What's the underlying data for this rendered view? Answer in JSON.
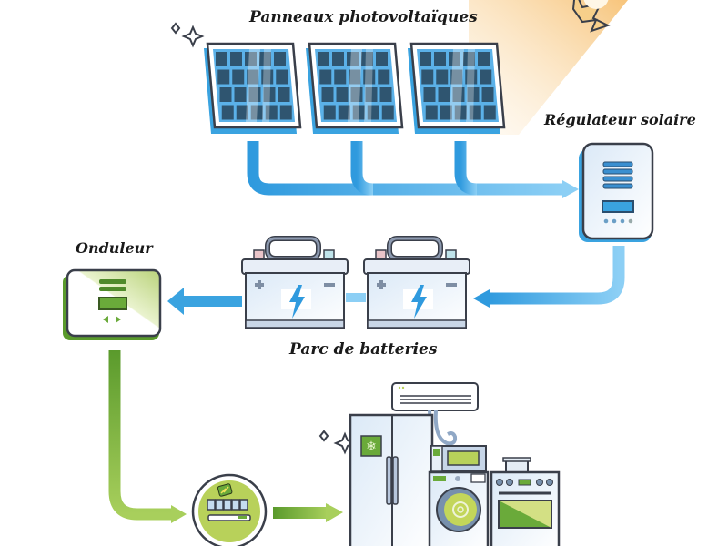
{
  "diagram": {
    "title": "Système solaire photovoltaïque autonome",
    "labels": {
      "panels": "Panneaux photovoltaïques",
      "regulator": "Régulateur solaire",
      "inverter": "Onduleur",
      "batteries": "Parc de batteries"
    },
    "components": [
      {
        "id": "sun",
        "icon": "sun-icon"
      },
      {
        "id": "panels",
        "icon": "solar-panel-icon",
        "count": 3
      },
      {
        "id": "regulator",
        "icon": "charge-controller-icon"
      },
      {
        "id": "batteries",
        "icon": "battery-icon",
        "count": 2
      },
      {
        "id": "inverter",
        "icon": "inverter-icon"
      },
      {
        "id": "meter",
        "icon": "electric-meter-icon"
      },
      {
        "id": "appliances",
        "icon": "home-appliances-icon",
        "items": [
          "air-conditioner",
          "refrigerator",
          "microwave",
          "washing-machine",
          "stove"
        ]
      }
    ],
    "flows": [
      {
        "from": "panels",
        "to": "regulator",
        "color": "#3aa3e0"
      },
      {
        "from": "regulator",
        "to": "batteries",
        "color": "#3aa3e0"
      },
      {
        "from": "batteries",
        "to": "inverter",
        "color": "#3aa3e0"
      },
      {
        "from": "inverter",
        "to": "meter",
        "color": "#6aaa3a"
      },
      {
        "from": "meter",
        "to": "appliances",
        "color": "#6aaa3a"
      }
    ],
    "colors": {
      "dc_flow": "#3aa3e0",
      "ac_flow": "#6aaa3a",
      "outline": "#3a3f4a",
      "sun_glow": "#f7cf8a"
    }
  }
}
